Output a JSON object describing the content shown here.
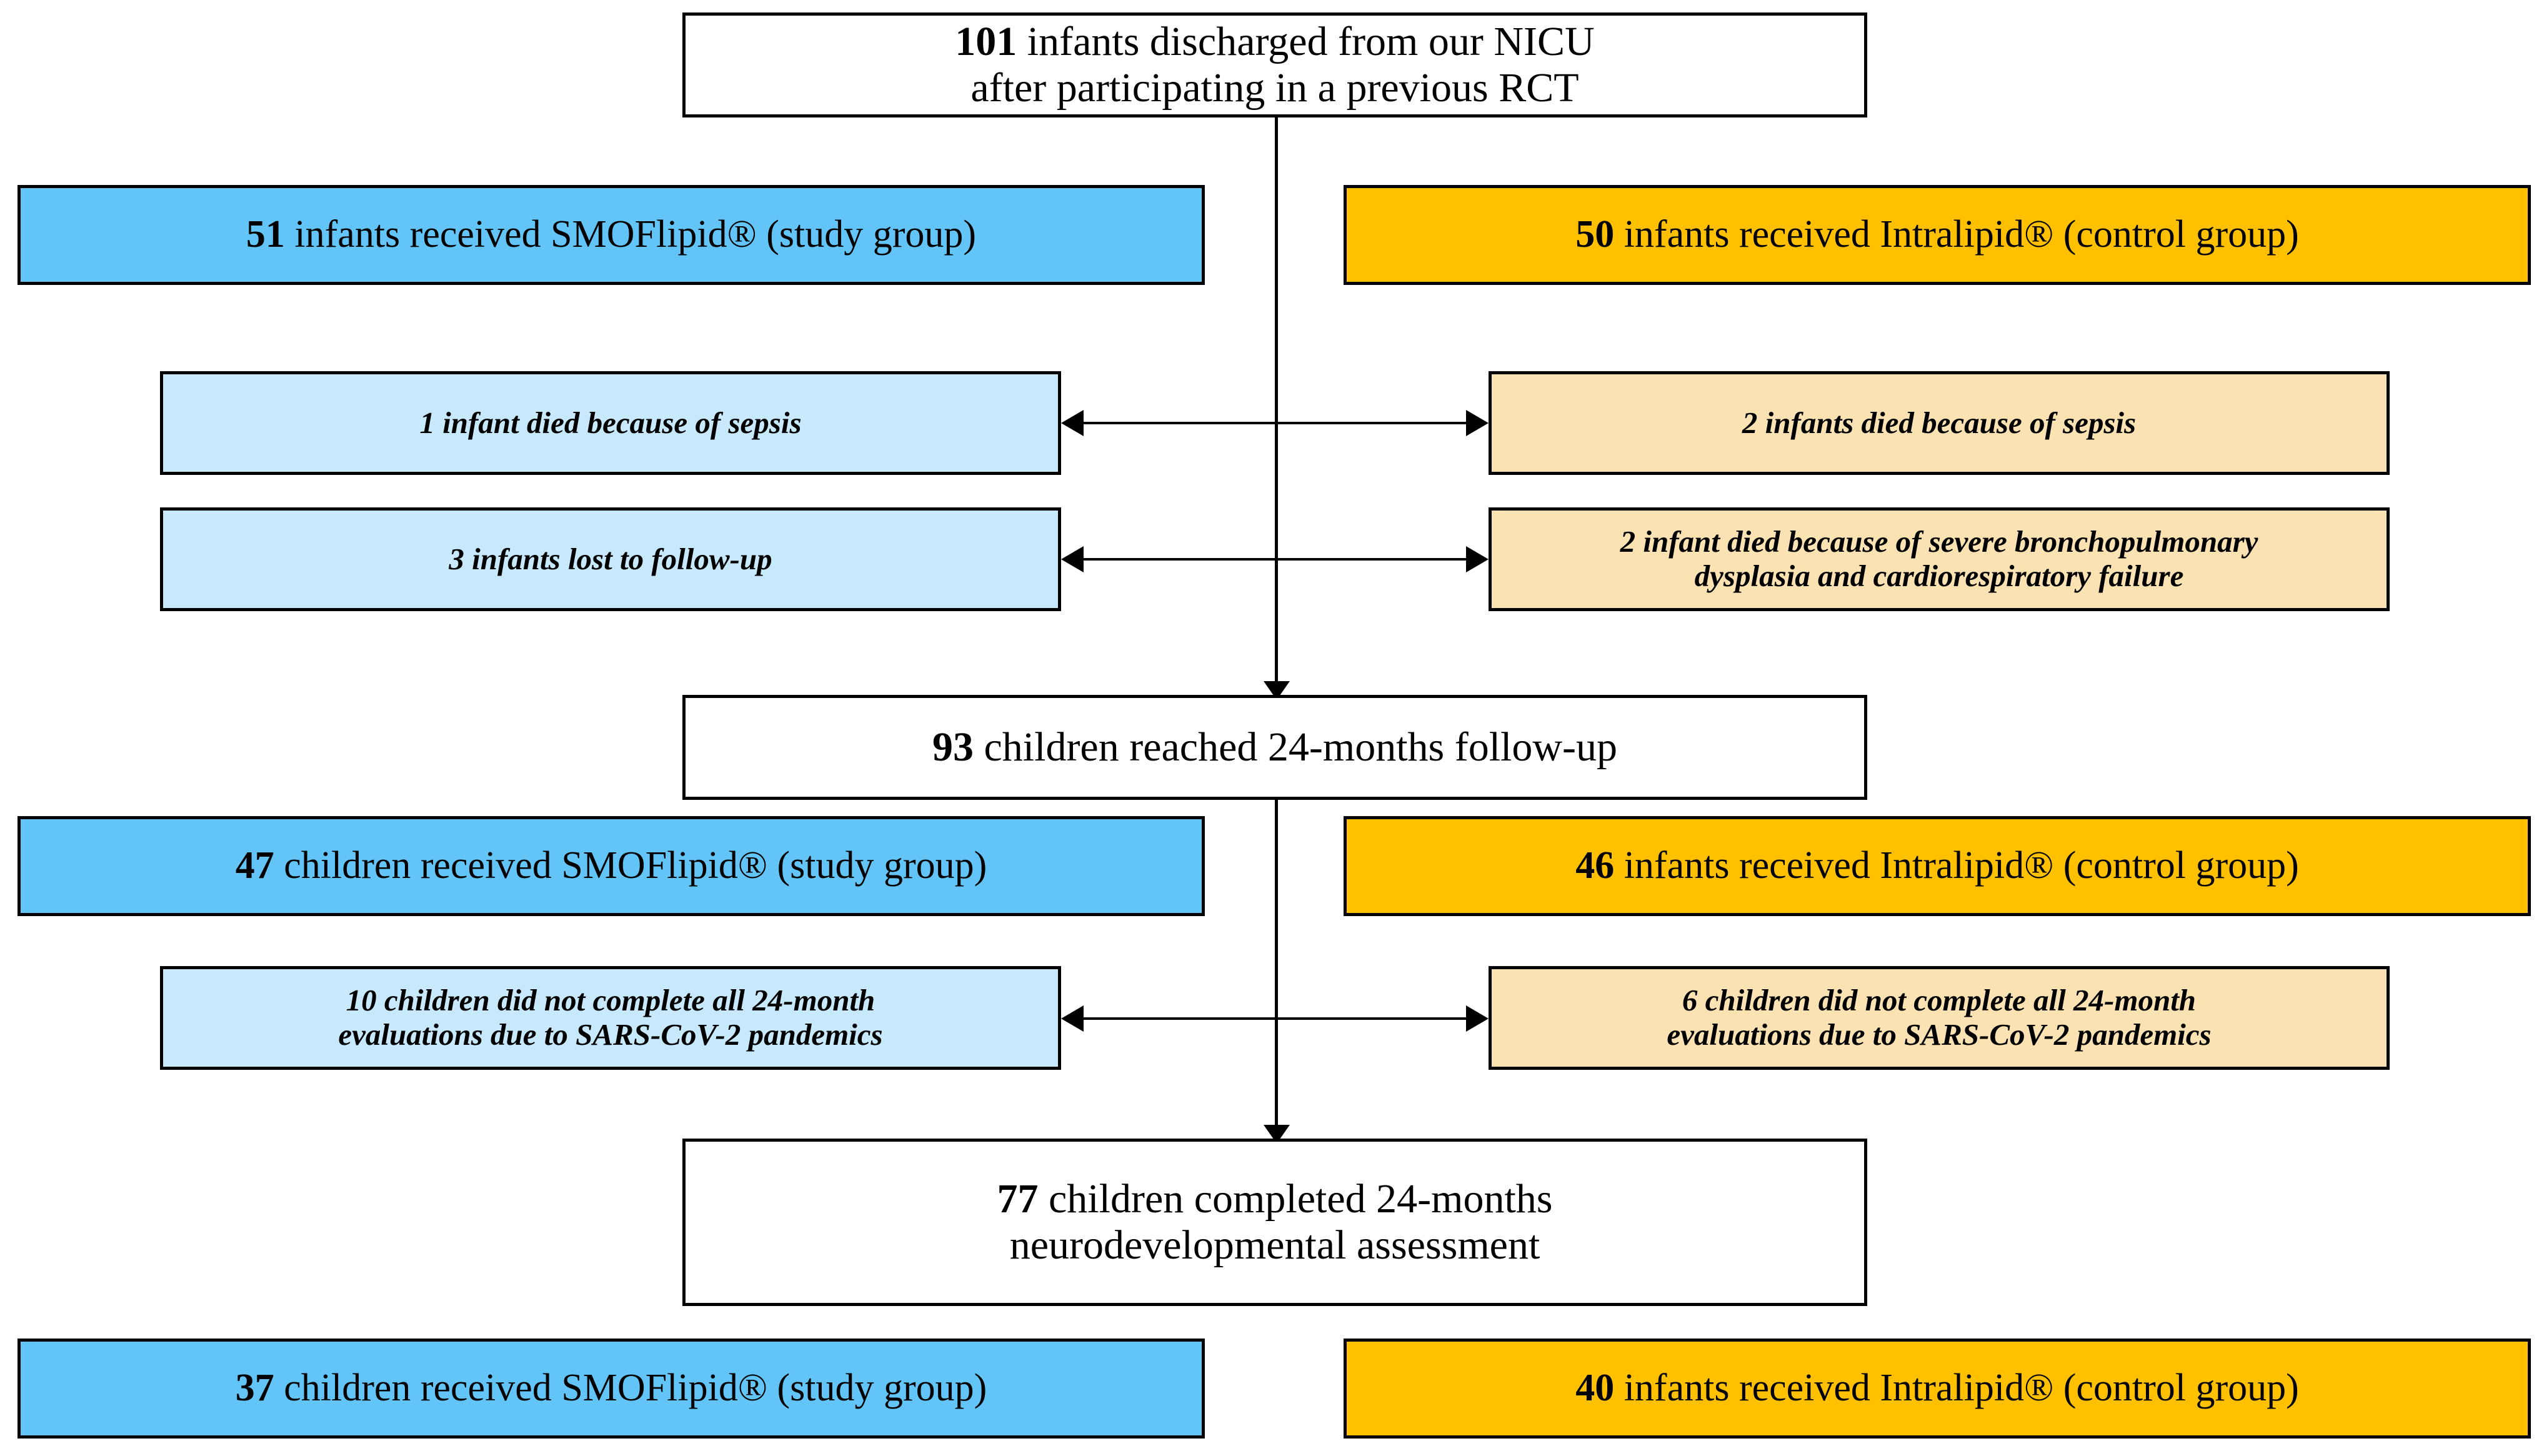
{
  "diagram": {
    "title": "CONSORT-style participant flow diagram",
    "colors": {
      "study_group_bar": "#63C5F7",
      "control_group_bar": "#FFC000",
      "study_group_attrition": "#C7E9FB",
      "control_group_attrition": "#FBE2B2",
      "border": "#000000",
      "background": "#FFFFFF"
    },
    "nodes": {
      "enrollment": {
        "count": "101",
        "line1_rest": " infants discharged from our NICU",
        "line2": "after participating in a previous RCT"
      },
      "allocation_study": {
        "count": "51",
        "rest": " infants received SMOFlipid® (study group)"
      },
      "allocation_control": {
        "count": "50",
        "rest": " infants received Intralipid® (control group)"
      },
      "attrition_study_1": {
        "count": "1",
        "rest": " infant died because of sepsis"
      },
      "attrition_study_2": {
        "count": "3",
        "rest": " infants lost to follow-up"
      },
      "attrition_control_1": {
        "count": "2",
        "rest": " infants died because of sepsis"
      },
      "attrition_control_2": {
        "count": "2",
        "line1_rest": " infant died because of severe bronchopulmonary",
        "line2": "dysplasia and cardiorespiratory failure"
      },
      "followup": {
        "count": "93",
        "rest": " children reached 24-months follow-up"
      },
      "followup_study": {
        "count": "47",
        "rest": " children received SMOFlipid® (study group)"
      },
      "followup_control": {
        "count": "46",
        "rest": " infants received Intralipid® (control group)"
      },
      "attrition_study_3": {
        "count": "10",
        "line1_rest": " children did not complete all 24-month",
        "line2": "evaluations due to SARS-CoV-2 pandemics"
      },
      "attrition_control_3": {
        "count": "6",
        "line1_rest": " children did not complete all 24-month",
        "line2": "evaluations due to SARS-CoV-2 pandemics"
      },
      "completed": {
        "count": "77",
        "line1_rest": " children completed 24-months",
        "line2": "neurodevelopmental assessment"
      },
      "completed_study": {
        "count": "37",
        "rest": " children received SMOFlipid® (study group)"
      },
      "completed_control": {
        "count": "40",
        "rest": " infants received Intralipid® (control group)"
      }
    }
  }
}
